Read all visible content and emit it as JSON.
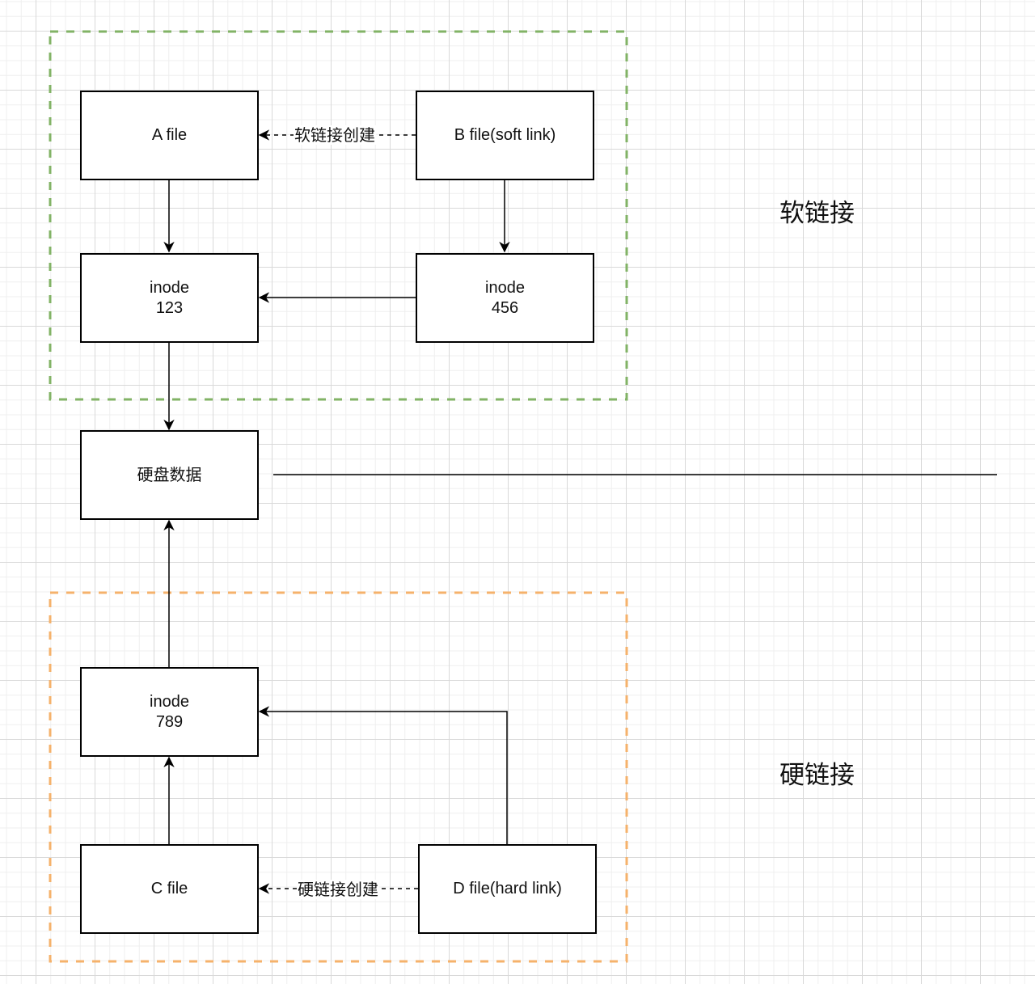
{
  "colors": {
    "soft_group_border": "#82b366",
    "hard_group_border": "#f5b26b",
    "edge": "#000000"
  },
  "nodes": {
    "a_file": "A file",
    "b_file": "B file(soft link)",
    "inode_123": "inode\n123",
    "inode_456": "inode\n456",
    "disk_data": "硬盘数据",
    "inode_789": "inode\n789",
    "c_file": "C file",
    "d_file": "D file(hard link)"
  },
  "edge_labels": {
    "soft_link_create": "软链接创建",
    "hard_link_create": "硬链接创建"
  },
  "sections": {
    "soft_link": "软链接",
    "hard_link": "硬链接"
  }
}
